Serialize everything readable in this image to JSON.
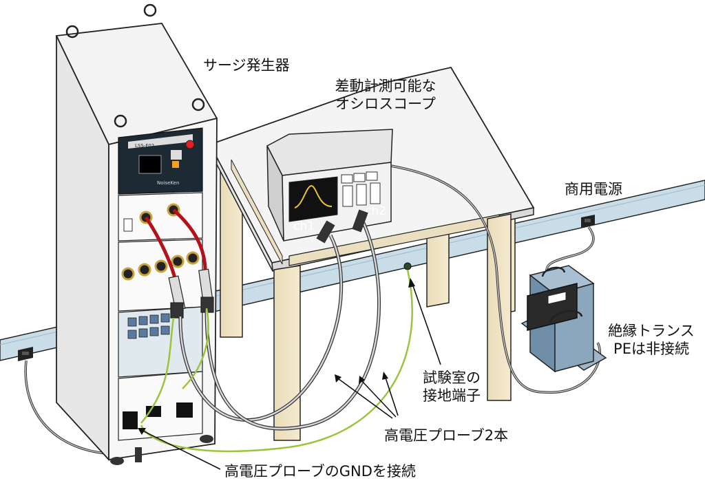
{
  "labels": {
    "surge_generator": "サージ発生器",
    "oscilloscope_line1": "差動計測可能な",
    "oscilloscope_line2": "オシロスコープ",
    "commercial_power": "商用電源",
    "isolation_transformer_line1": "絶縁トランス",
    "isolation_transformer_line2": "PEは非接続",
    "earth_terminal_line1": "試験室の",
    "earth_terminal_line2": "接地端子",
    "hv_probes": "高電圧プローブ2本",
    "probe_gnd_connection": "高電圧プローブのGNDを接続"
  },
  "scope": {
    "ch1": "ch1",
    "ch2": "ch2"
  },
  "device": {
    "model_plate": "LSS-F02",
    "brand": "NoiseKen"
  },
  "colors": {
    "probe_cable": "#b4111b",
    "ground_wire": "#9bc43c",
    "wall_rail": "#c9dde8",
    "transformer_body": "#7f9fb8"
  }
}
